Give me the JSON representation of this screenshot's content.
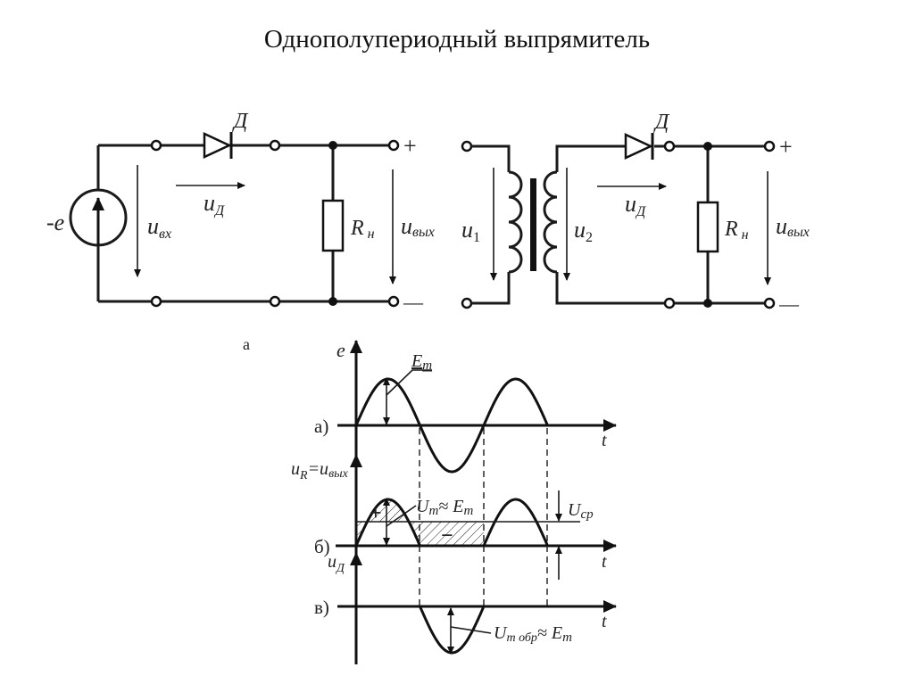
{
  "title": "Однополупериодный выпрямитель",
  "circuit_a": {
    "source_label": "-e",
    "diode_label": "Д",
    "input_voltage": "u",
    "input_voltage_sub": "вх",
    "diode_voltage": "u",
    "diode_voltage_sub": "Д",
    "load_label": "R",
    "load_sub": "н",
    "output_voltage": "u",
    "output_voltage_sub": "вых",
    "plus": "+",
    "minus": "—",
    "caption": "а"
  },
  "circuit_b": {
    "primary_voltage": "u",
    "primary_sub": "1",
    "secondary_voltage": "u",
    "secondary_sub": "2",
    "diode_label": "Д",
    "diode_voltage": "u",
    "diode_voltage_sub": "Д",
    "load_label": "R",
    "load_sub": "н",
    "output_voltage": "u",
    "output_voltage_sub": "вых",
    "plus": "+",
    "minus": "—"
  },
  "waveforms": {
    "a": {
      "row_label": "а)",
      "y_axis": "e",
      "x_axis": "t",
      "amplitude_label": "E",
      "amplitude_sub": "m"
    },
    "b": {
      "row_label": "б)",
      "y_axis": "u",
      "y_axis_sub": "R",
      "y_axis_eq": "=u",
      "y_axis_eq_sub": "вых",
      "x_axis": "t",
      "amplitude_label": "U",
      "amplitude_sub": "m",
      "approx": "≈ E",
      "approx_sub": "m",
      "avg_label": "U",
      "avg_sub": "ср",
      "plus_area": "+",
      "minus_area": "−"
    },
    "c": {
      "row_label": "в)",
      "y_axis": "u",
      "y_axis_sub": "Д",
      "x_axis": "t",
      "amplitude_label": "U",
      "amplitude_sub": "m обр",
      "approx": "≈ E",
      "approx_sub": "m"
    }
  }
}
